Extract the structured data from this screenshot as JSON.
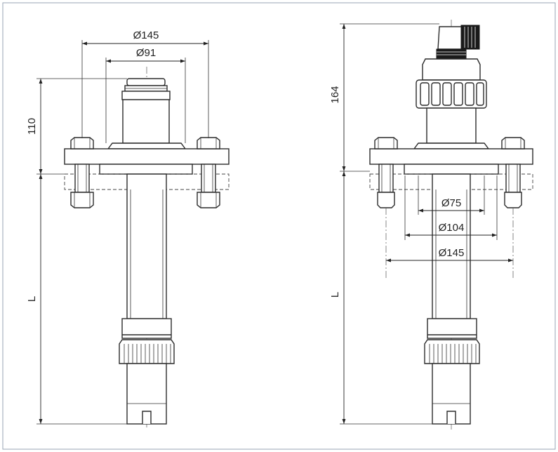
{
  "left_view": {
    "dimensions": {
      "outer_diameter": "Ø145",
      "inner_diameter": "Ø91",
      "height": "110",
      "length": "L"
    }
  },
  "right_view": {
    "dimensions": {
      "height": "164",
      "length": "L",
      "diameter_small": "Ø75",
      "diameter_mid": "Ø104",
      "diameter_large": "Ø145"
    }
  }
}
